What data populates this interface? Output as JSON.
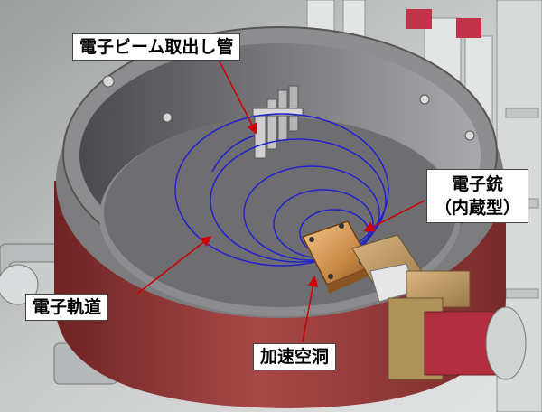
{
  "labels": {
    "extraction_tube": "電子ビーム取出し管",
    "electron_gun_line1": "電子銃",
    "electron_gun_line2": "（内蔵型）",
    "electron_orbit": "電子軌道",
    "accelerating_cavity": "加速空洞"
  },
  "colors": {
    "orbit": "#2222cc",
    "leader_line": "#cc0000",
    "chamber_exterior": "#9b3b3b",
    "chamber_floor": "#6e6e72",
    "cavity": "#c98a45",
    "background_frame": "#b9bdbd"
  }
}
